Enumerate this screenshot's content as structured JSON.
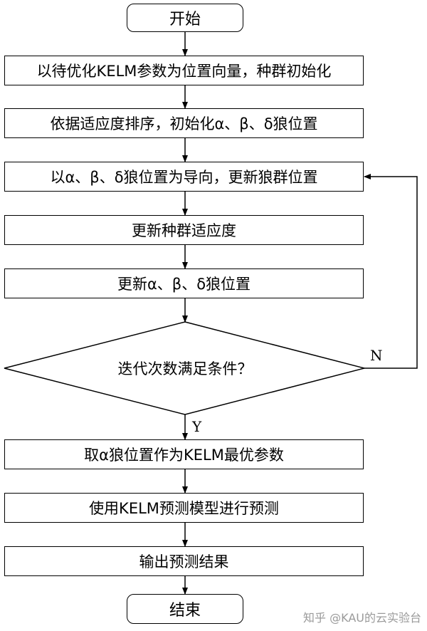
{
  "flowchart": {
    "start": "开始",
    "steps": [
      "以待优化KELM参数为位置向量，种群初始化",
      "依据适应度排序，初始化α、β、δ狼位置",
      "以α、β、δ狼位置为导向，更新狼群位置",
      "更新种群适应度",
      "更新α、β、δ狼位置"
    ],
    "decision": "迭代次数满足条件？",
    "yes_label": "Y",
    "no_label": "N",
    "after_steps": [
      "取α狼位置作为KELM最优参数",
      "使用KELM预测模型进行预测",
      "输出预测结果"
    ],
    "end": "结束"
  },
  "watermark": "知乎 @KAU的云实验台"
}
